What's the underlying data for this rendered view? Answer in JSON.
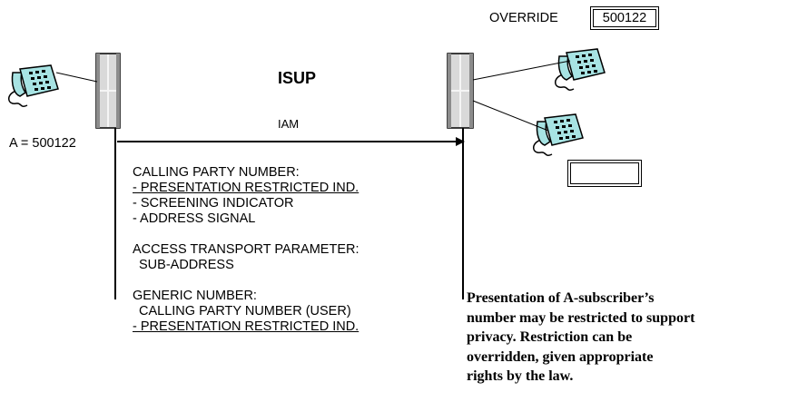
{
  "labels": {
    "override": "OVERRIDE",
    "override_number": "500122",
    "isup": "ISUP",
    "iam": "IAM",
    "a_number": "A = 500122"
  },
  "notes": {
    "calling_party_heading": "CALLING PARTY NUMBER:",
    "presentation_restricted_1": "- PRESENTATION RESTRICTED IND.",
    "screening_indicator": "- SCREENING INDICATOR",
    "address_signal": "- ADDRESS SIGNAL",
    "access_transport_heading": "ACCESS TRANSPORT PARAMETER:",
    "sub_address": "SUB-ADDRESS",
    "generic_number_heading": "GENERIC NUMBER:",
    "calling_party_user": "CALLING PARTY NUMBER (USER)",
    "presentation_restricted_2": "- PRESENTATION RESTRICTED IND."
  },
  "caption": [
    "Presentation of A-subscriber’s",
    "number may be restricted to support",
    "privacy. Restriction can be",
    "overridden, given appropriate",
    "rights by the law."
  ],
  "colors": {
    "phone_fill": "#a7e3e3",
    "exchange_fill": "#d9d9d9",
    "line": "#000000"
  }
}
